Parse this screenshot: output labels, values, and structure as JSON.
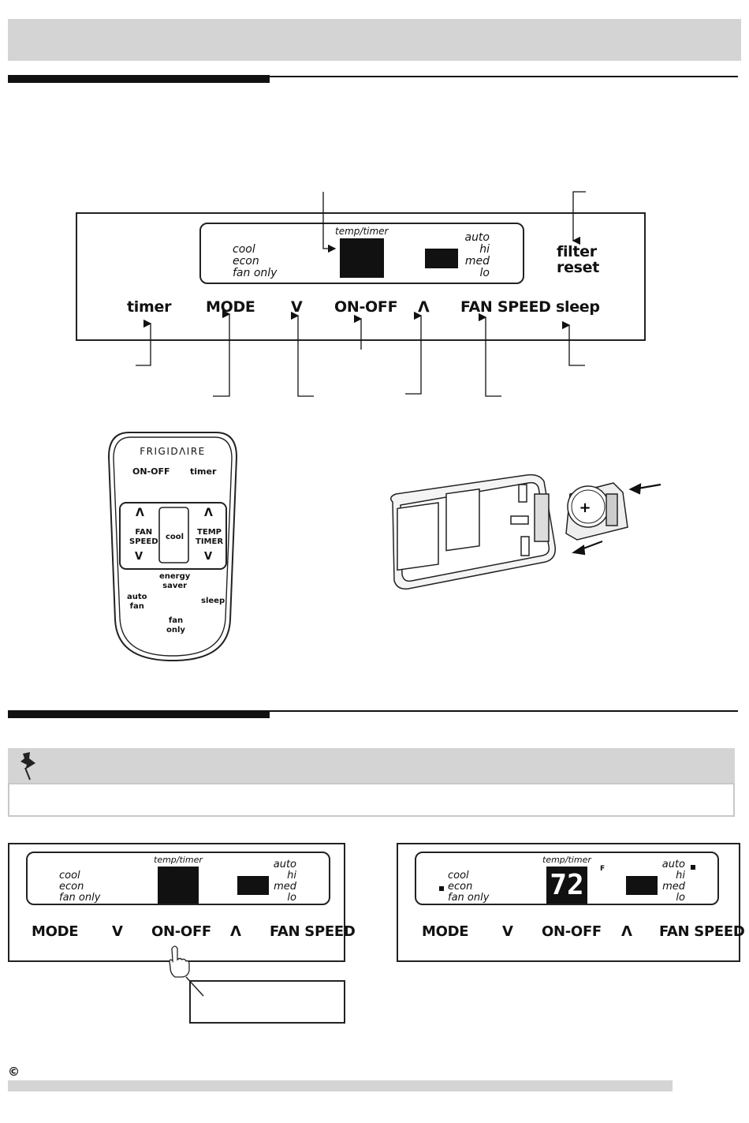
{
  "control_panel": {
    "lcd": {
      "temp_timer_label": "temp/timer",
      "modes": [
        "cool",
        "econ",
        "fan only"
      ],
      "fan_speeds": [
        "auto",
        "hi",
        "med",
        "lo"
      ]
    },
    "filter_reset": [
      "filter",
      "reset"
    ],
    "buttons": {
      "timer": "timer",
      "mode": "MODE",
      "down": "V",
      "on_off": "ON-OFF",
      "up": "Λ",
      "fan_speed": "FAN SPEED",
      "sleep": "sleep"
    }
  },
  "remote": {
    "brand": "FRIGIDΛIRE",
    "on_off": "ON-OFF",
    "timer": "timer",
    "fan_speed": [
      "FAN",
      "SPEED"
    ],
    "cool": "cool",
    "temp_timer": [
      "TEMP",
      "TIMER"
    ],
    "energy_saver": [
      "energy",
      "saver"
    ],
    "auto_fan": [
      "auto",
      "fan"
    ],
    "sleep": "sleep",
    "fan_only": [
      "fan",
      "only"
    ],
    "up_arrow": "Λ",
    "down_arrow": "V"
  },
  "battery_diagram": {
    "plus": "+"
  },
  "display_before": {
    "temp_timer_label": "temp/timer",
    "modes": [
      "cool",
      "econ",
      "fan only"
    ],
    "fan_speeds": [
      "auto",
      "hi",
      "med",
      "lo"
    ],
    "buttons": [
      "MODE",
      "V",
      "ON-OFF",
      "Λ",
      "FAN SPEED"
    ]
  },
  "display_after": {
    "temp_timer_label": "temp/timer",
    "temperature": "72",
    "unit": "F",
    "modes": [
      "cool",
      "econ",
      "fan only"
    ],
    "fan_speeds": [
      "auto",
      "hi",
      "med",
      "lo"
    ],
    "buttons": [
      "MODE",
      "V",
      "ON-OFF",
      "Λ",
      "FAN SPEED"
    ]
  },
  "footer": {
    "copyright": "©"
  }
}
